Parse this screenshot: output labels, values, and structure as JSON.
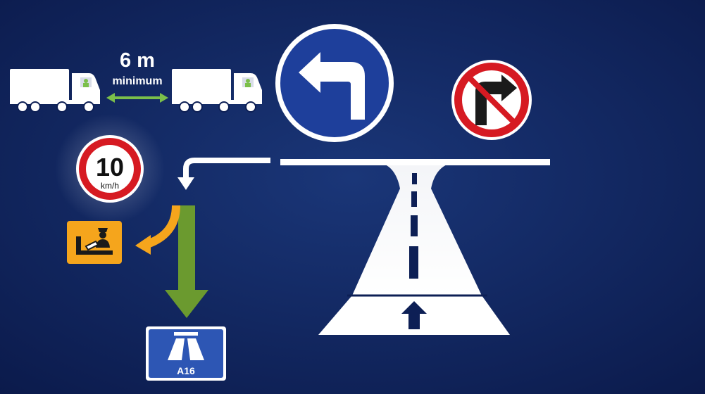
{
  "colors": {
    "background": "#0d1f55",
    "background_light": "#15306e",
    "white": "#ffffff",
    "mandatory_blue": "#1e3f9b",
    "prohibition_red": "#d61a22",
    "arrow_green": "#6b9a2f",
    "customs_orange": "#f5a51c",
    "motorway_sign_blue": "#2d56b4",
    "driver_green": "#7bbf4a",
    "sign_dark": "#1a1a1a"
  },
  "distance": {
    "value": "6 m",
    "label": "minimum"
  },
  "speed_limit": {
    "value": "10",
    "unit": "km/h"
  },
  "motorway_sign": {
    "route": "A16"
  },
  "icons": {
    "truck_left": "truck-icon",
    "truck_right": "truck-icon",
    "distance_arrow": "double-arrow-icon",
    "turn_left_sign": "turn-left-mandatory-sign",
    "no_right_turn_sign": "no-right-turn-sign",
    "customs_officer": "customs-officer-icon",
    "motorway": "motorway-icon"
  }
}
